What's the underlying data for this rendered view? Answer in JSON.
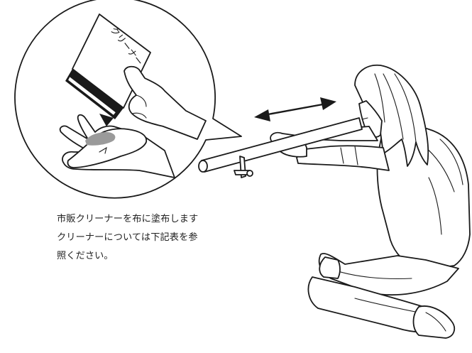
{
  "package_label": "クリーナー",
  "caption": {
    "lines": [
      "市販クリーナーを布に塗布します",
      "クリーナーについては下記表を参",
      "照ください。"
    ]
  }
}
